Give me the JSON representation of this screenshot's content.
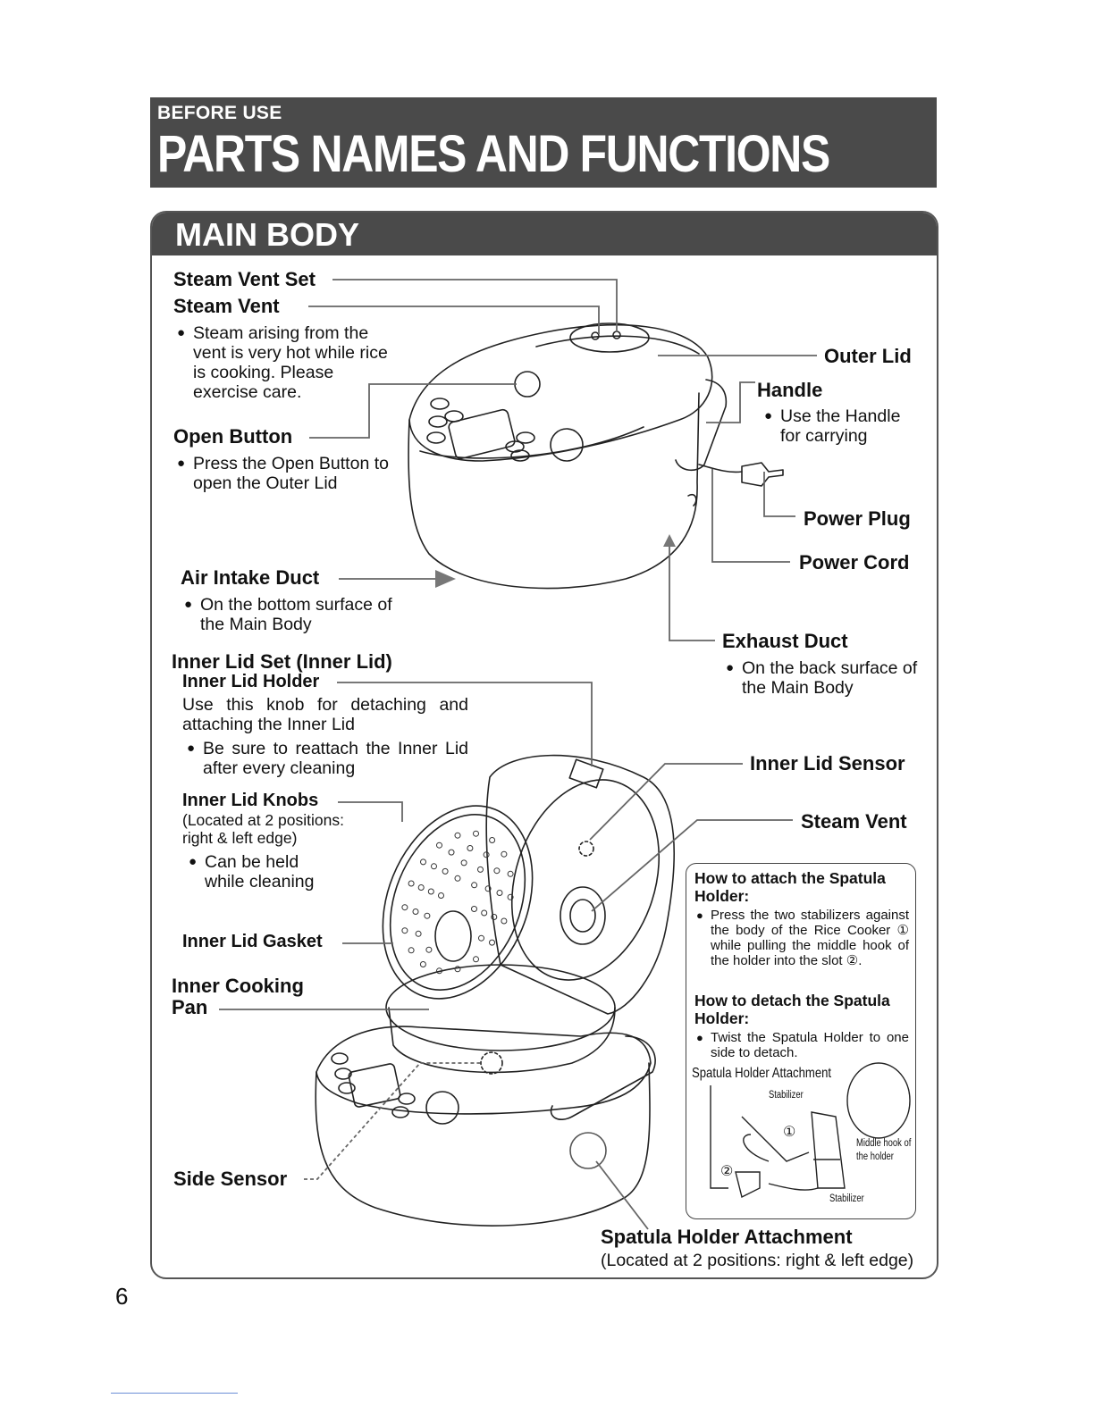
{
  "header": {
    "kicker": "BEFORE USE",
    "title": "PARTS NAMES AND FUNCTIONS"
  },
  "section": {
    "title": "MAIN BODY"
  },
  "labels": {
    "steam_vent_set": "Steam Vent Set",
    "steam_vent": "Steam Vent",
    "steam_vent_note": "Steam arising from the vent is very hot while rice is cooking. Please exercise care.",
    "open_button": "Open Button",
    "open_button_note": "Press the Open Button to open the Outer Lid",
    "air_intake": "Air Intake Duct",
    "air_intake_note": "On the bottom surface of the Main Body",
    "outer_lid": "Outer Lid",
    "handle": "Handle",
    "handle_note": "Use the Handle for carrying",
    "power_plug": "Power Plug",
    "power_cord": "Power Cord",
    "exhaust_duct": "Exhaust Duct",
    "exhaust_note": "On the back surface of the Main Body",
    "inner_lid_set": "Inner Lid Set (Inner Lid)",
    "inner_lid_holder": "Inner Lid Holder",
    "inner_lid_holder_desc": "Use this knob for detaching and attaching the Inner Lid",
    "inner_lid_holder_note": "Be sure to reattach the Inner Lid after every cleaning",
    "inner_lid_knobs": "Inner Lid Knobs",
    "inner_lid_knobs_sub": "(Located at 2 positions: right & left edge)",
    "inner_lid_knobs_note": "Can be held while cleaning",
    "inner_lid_gasket": "Inner Lid Gasket",
    "inner_cooking_pan": "Inner Cooking Pan",
    "side_sensor": "Side Sensor",
    "inner_lid_sensor": "Inner Lid Sensor",
    "steam_vent_2": "Steam Vent",
    "spatula_holder": "Spatula Holder Attachment",
    "spatula_holder_sub": "(Located at 2 positions: right & left edge)"
  },
  "howto": {
    "attach_title": "How to attach the Spatula Holder:",
    "attach_text": "Press the two stabilizers against the body of the Rice Cooker ① while pulling the middle hook of the holder into the slot ②.",
    "detach_title": "How to detach the Spatula Holder:",
    "detach_text": "Twist the Spatula Holder to one side to detach.",
    "fig_title": "Spatula Holder Attachment",
    "stabilizer_top": "Stabilizer",
    "stabilizer_bottom": "Stabilizer",
    "middle_hook": "Middle hook of the holder",
    "num1": "①",
    "num2": "②"
  },
  "page_number": "6"
}
